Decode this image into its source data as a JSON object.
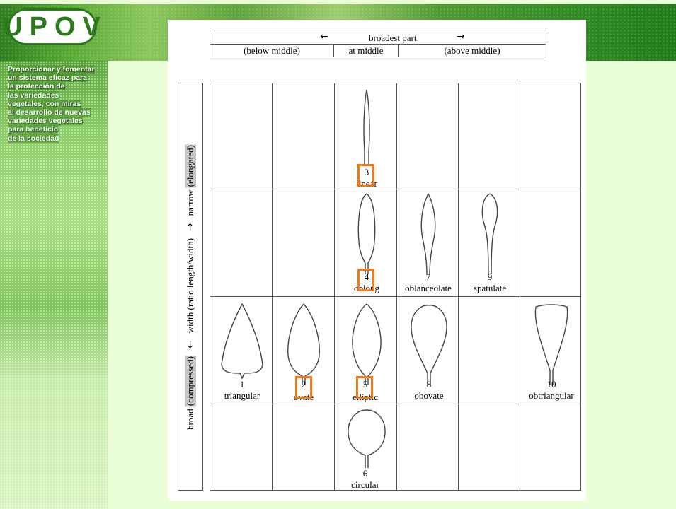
{
  "logo": {
    "text": "UPOV"
  },
  "motto": [
    "Proporcionar y fomentar",
    "un sistema eficaz para",
    "la protección de",
    "las variedades",
    "vegetales, con miras",
    "al desarrollo de nuevas",
    "variedades vegetales",
    "para beneficio",
    "de la sociedad"
  ],
  "header": {
    "arrow_left": "←",
    "broadest": "broadest part",
    "arrow_right": "→",
    "below": "(below middle)",
    "at": "at middle",
    "above": "(above middle)"
  },
  "side": {
    "narrow": "narrow",
    "elongated": "(elongated)",
    "width": "width (ratio length/width)",
    "broad": "broad",
    "compressed": "(compressed)",
    "arrow_up": "→",
    "arrow_down": "←"
  },
  "shapes": {
    "s1": {
      "num": "1",
      "name": "triangular"
    },
    "s2": {
      "num": "2",
      "name": "ovate"
    },
    "s3": {
      "num": "3",
      "name": "linear"
    },
    "s4": {
      "num": "4",
      "name": "oblong"
    },
    "s5": {
      "num": "5",
      "name": "elliptic"
    },
    "s6": {
      "num": "6",
      "name": "circular"
    },
    "s7": {
      "num": "7",
      "name": "oblanceolate"
    },
    "s8": {
      "num": "8",
      "name": "obovate"
    },
    "s9": {
      "num": "9",
      "name": "spatulate"
    },
    "s10": {
      "num": "10",
      "name": "obtriangular"
    }
  },
  "colors": {
    "highlight": "#f07a1a",
    "accent_green": "#2d7a1c"
  }
}
